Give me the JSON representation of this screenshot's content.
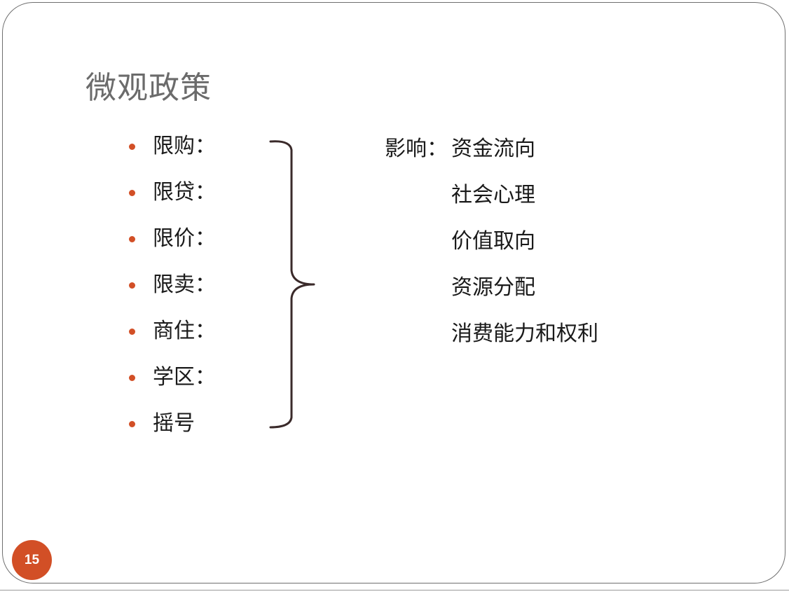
{
  "slide": {
    "title": "微观政策",
    "page_number": "15",
    "accent_color": "#d24f26",
    "bullets": [
      {
        "label": "限购："
      },
      {
        "label": "限贷："
      },
      {
        "label": "限价："
      },
      {
        "label": "限卖："
      },
      {
        "label": "商住："
      },
      {
        "label": "学区："
      },
      {
        "label": "摇号"
      }
    ],
    "impact": {
      "label": "影响：",
      "items": [
        "资金流向",
        "社会心理",
        "价值取向",
        "资源分配",
        "消费能力和权利"
      ]
    }
  }
}
